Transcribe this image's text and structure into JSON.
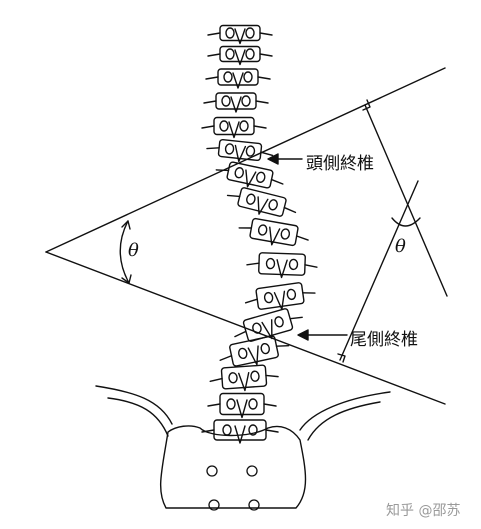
{
  "labels": {
    "upper_end_vertebra": "頭側終椎",
    "lower_end_vertebra": "尾側終椎",
    "angle_left": "θ",
    "angle_right": "θ"
  },
  "watermark": "知乎 @邵苏",
  "colors": {
    "stroke": "#111111",
    "background": "#ffffff",
    "watermark": "#9a9a9a"
  }
}
